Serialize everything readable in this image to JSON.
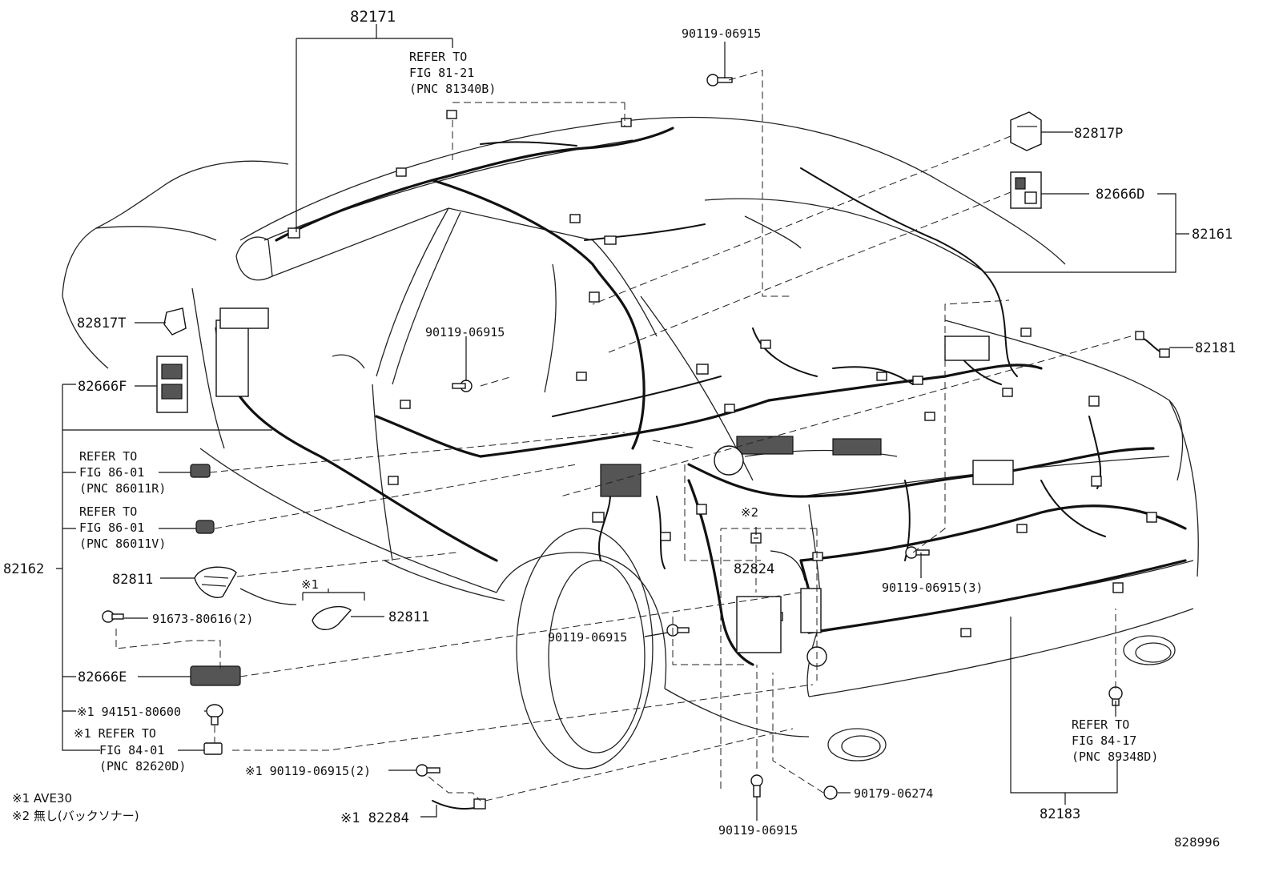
{
  "labels": {
    "p82171": "82171",
    "refer_fig81_l1": "REFER TO",
    "refer_fig81_l2": "FIG 81-21",
    "refer_fig81_l3": "(PNC 81340B)",
    "bolt_top": "90119-06915",
    "p82817P": "82817P",
    "p82666D": "82666D",
    "p82161": "82161",
    "p82817T": "82817T",
    "bolt_mid": "90119-06915",
    "p82181": "82181",
    "p82666F": "82666F",
    "refer_fig86a_l1": "REFER TO",
    "refer_fig86a_l2": "FIG 86-01",
    "refer_fig86a_l3": "(PNC 86011R)",
    "refer_fig86b_l1": "REFER TO",
    "refer_fig86b_l2": "FIG 86-01",
    "refer_fig86b_l3": "(PNC 86011V)",
    "note2_mark": "※2",
    "p82824": "82824",
    "p82162": "82162",
    "p82811a": "82811",
    "note1_mark": "※1",
    "p82811b": "82811",
    "bolt_3": "90119-06915(3)",
    "screw_91673": "91673-80616(2)",
    "bolt_lower": "90119-06915",
    "p82666E": "82666E",
    "clip_94151": "※1 94151-80600",
    "refer_fig84a_l1": "※1 REFER TO",
    "refer_fig84a_l2": "FIG 84-01",
    "refer_fig84a_l3": "(PNC 82620D)",
    "refer_fig84b_l1": "REFER TO",
    "refer_fig84b_l2": "FIG 84-17",
    "refer_fig84b_l3": "(PNC 89348D)",
    "bolt_n1_2": "※1 90119-06915(2)",
    "nut_90179": "90179-06274",
    "p82284": "※1 82284",
    "bolt_bottom": "90119-06915",
    "p82183": "82183",
    "footnote1": "※1 AVE30",
    "footnote2": "※2 無し(バックソナー)",
    "diagram_id": "828996"
  }
}
